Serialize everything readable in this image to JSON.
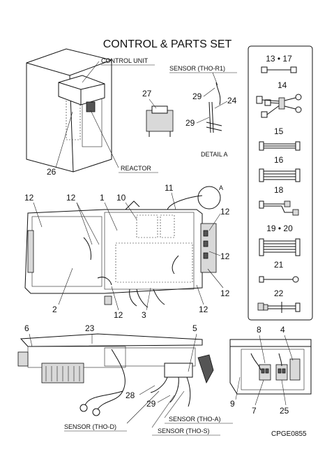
{
  "title": "CONTROL & PARTS SET",
  "drawing_code": "CPGE0855",
  "callouts": {
    "control_unit": "CONTROL UNIT",
    "reactor": "REACTOR",
    "sensor_tho_r1": "SENSOR (THO-R1)",
    "detail_a": "DETAIL A",
    "detail_marker": "A",
    "sensor_tho_d": "SENSOR (THO-D)",
    "sensor_tho_a": "SENSOR (THO-A)",
    "sensor_tho_s": "SENSOR (THO-S)"
  },
  "part_numbers": {
    "p1": "1",
    "p2": "2",
    "p3": "3",
    "p4": "4",
    "p5": "5",
    "p6": "6",
    "p7": "7",
    "p8": "8",
    "p9": "9",
    "p10": "10",
    "p11": "11",
    "p12": "12",
    "p23": "23",
    "p24": "24",
    "p25": "25",
    "p26": "26",
    "p27": "27",
    "p28": "28",
    "p29": "29"
  },
  "parts_panel": {
    "p13_17": "13 • 17",
    "p14": "14",
    "p15": "15",
    "p16": "16",
    "p18": "18",
    "p19_20": "19 • 20",
    "p21": "21",
    "p22": "22"
  }
}
